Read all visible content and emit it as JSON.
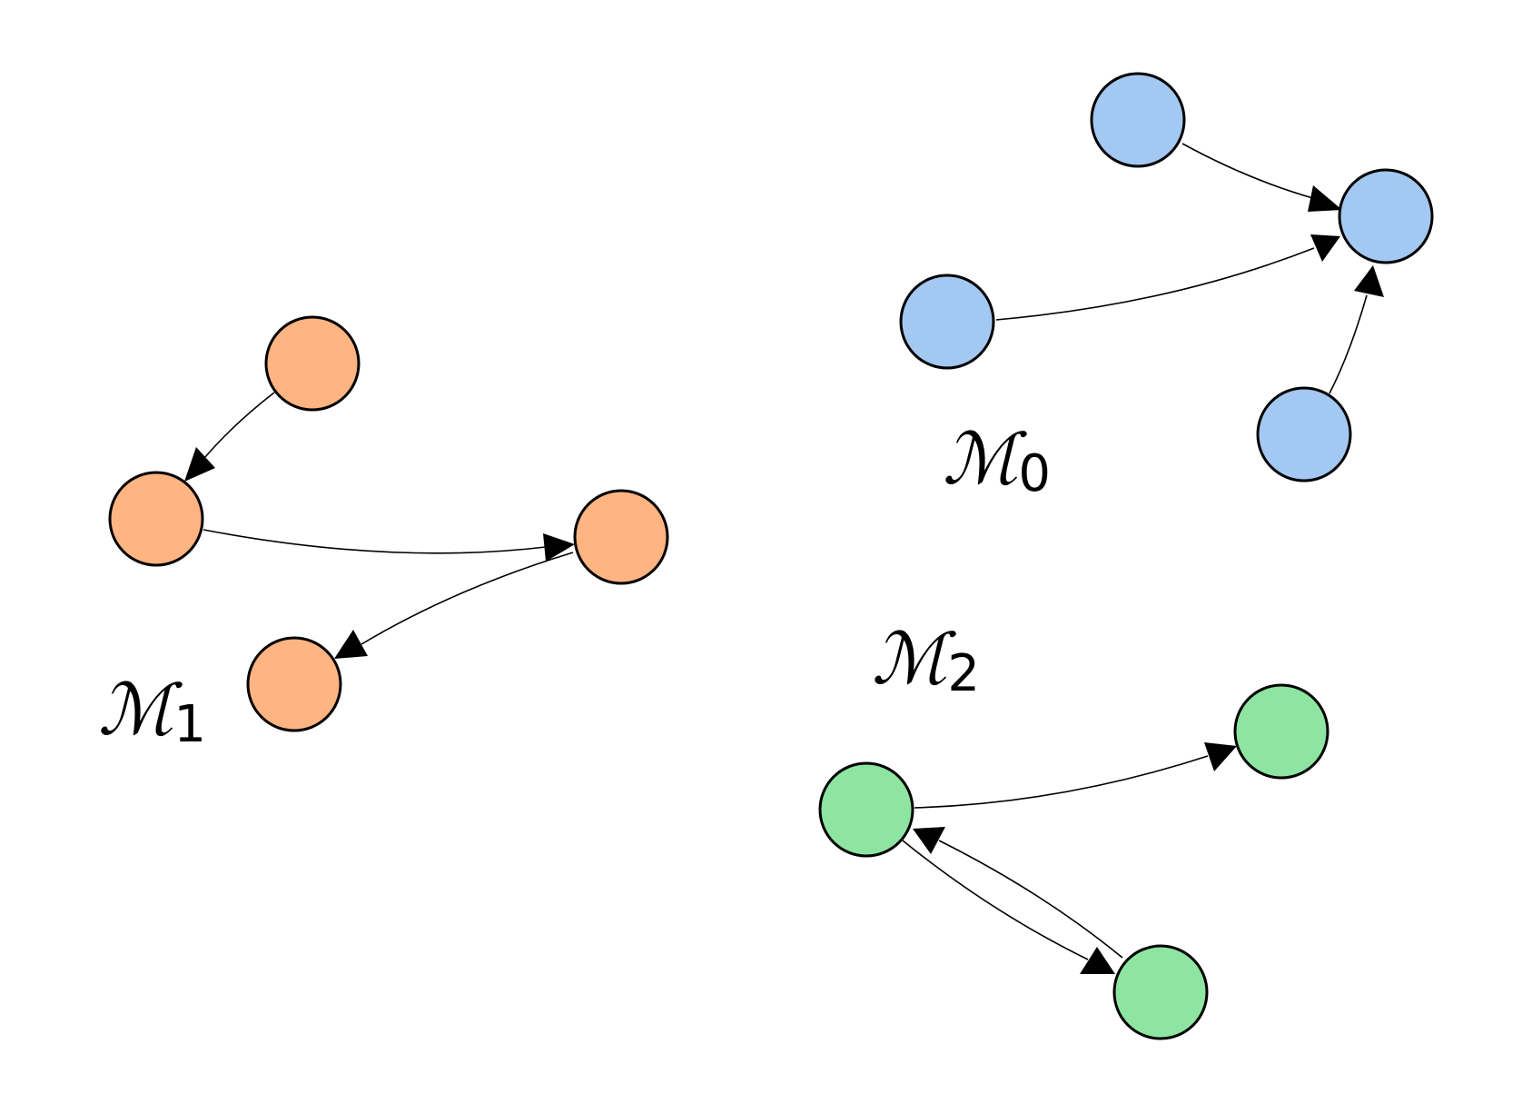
{
  "colors": {
    "group_0": "#a3c8f2",
    "group_1": "#ffb482",
    "group_2": "#8de5a1",
    "stroke": "#000000"
  },
  "groups": [
    {
      "id": "group-0",
      "label_main": "ℳ",
      "label_sub": "0",
      "node_count": 4,
      "edge_count": 3
    },
    {
      "id": "group-1",
      "label_main": "ℳ",
      "label_sub": "1",
      "node_count": 4,
      "edge_count": 3
    },
    {
      "id": "group-2",
      "label_main": "ℳ",
      "label_sub": "2",
      "node_count": 3,
      "edge_count": 3
    }
  ]
}
